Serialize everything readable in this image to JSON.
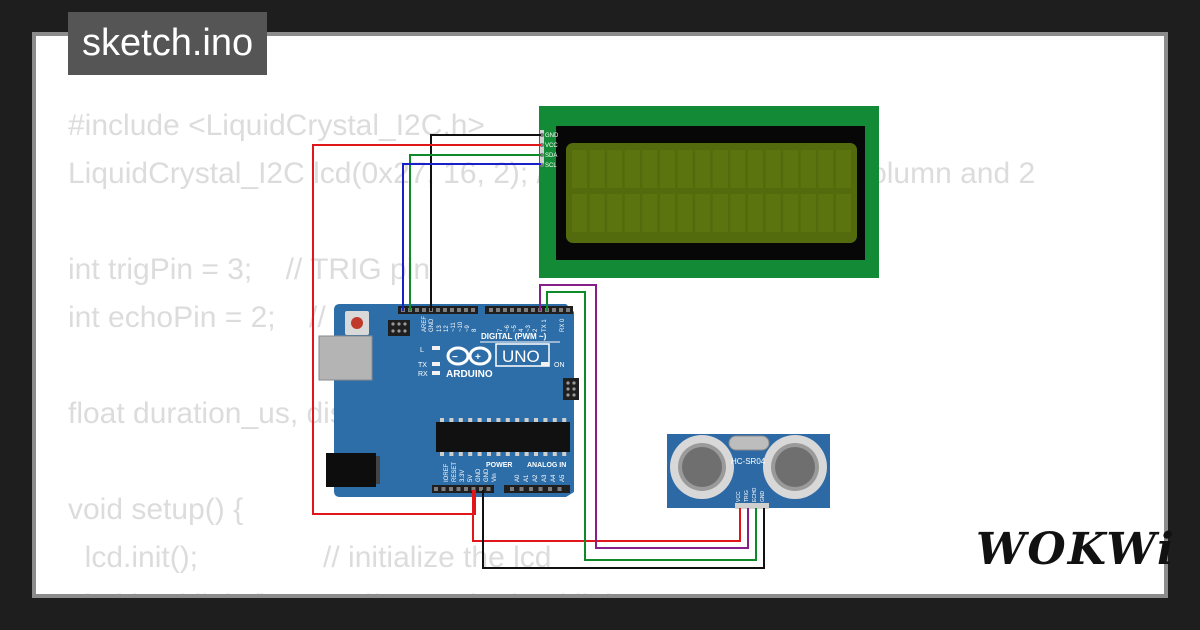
{
  "tab": {
    "title": "sketch.ino"
  },
  "code_lines": [
    "#include <LiquidCrystal_I2C.h>",
    "LiquidCrystal_I2C lcd(0x27, 16, 2); // I2C address 0x27, 16 column and 2",
    "",
    "int trigPin = 3;    // TRIG pin",
    "int echoPin = 2;    // ECHO pin",
    "",
    "float duration_us, distance_cm;",
    "",
    "void setup() {",
    "  lcd.init();               // initialize the lcd",
    "  lcd.backlight();          // open the backlight"
  ],
  "lcd": {
    "pins": [
      "GND",
      "VCC",
      "SDA",
      "SCL"
    ]
  },
  "arduino": {
    "brand": "ARDUINO",
    "model": "UNO",
    "digital_label": "DIGITAL (PWM ~)",
    "power_label": "POWER",
    "analog_label": "ANALOG IN",
    "top_header_labels": [
      "AREF",
      "GND",
      "13",
      "12",
      "~11",
      "~10",
      "~9",
      "8",
      "7",
      "~6",
      "~5",
      "4",
      "~3",
      "2",
      "TX 1",
      "RX 0"
    ],
    "bottom_header_labels": [
      "IOREF",
      "RESET",
      "3.3V",
      "5V",
      "GND",
      "GND",
      "Vin",
      "A0",
      "A1",
      "A2",
      "A3",
      "A4",
      "A5"
    ],
    "led_labels": {
      "l": "L",
      "tx": "TX",
      "rx": "RX",
      "on": "ON"
    }
  },
  "sensor": {
    "model": "HC-SR04",
    "pins": [
      "VCC",
      "TRIG",
      "ECHO",
      "GND"
    ]
  },
  "branding": {
    "logo": "WOKWi"
  },
  "colors": {
    "lcd_board": "#138a36",
    "lcd_screen": "#546b0d",
    "arduino_board": "#2e6ea8",
    "sensor_board": "#2d6aa5",
    "wire_red": "#e0161b",
    "wire_green": "#0f8a28",
    "wire_blue": "#1820c8",
    "wire_purple": "#861f8a",
    "wire_black": "#111111"
  }
}
